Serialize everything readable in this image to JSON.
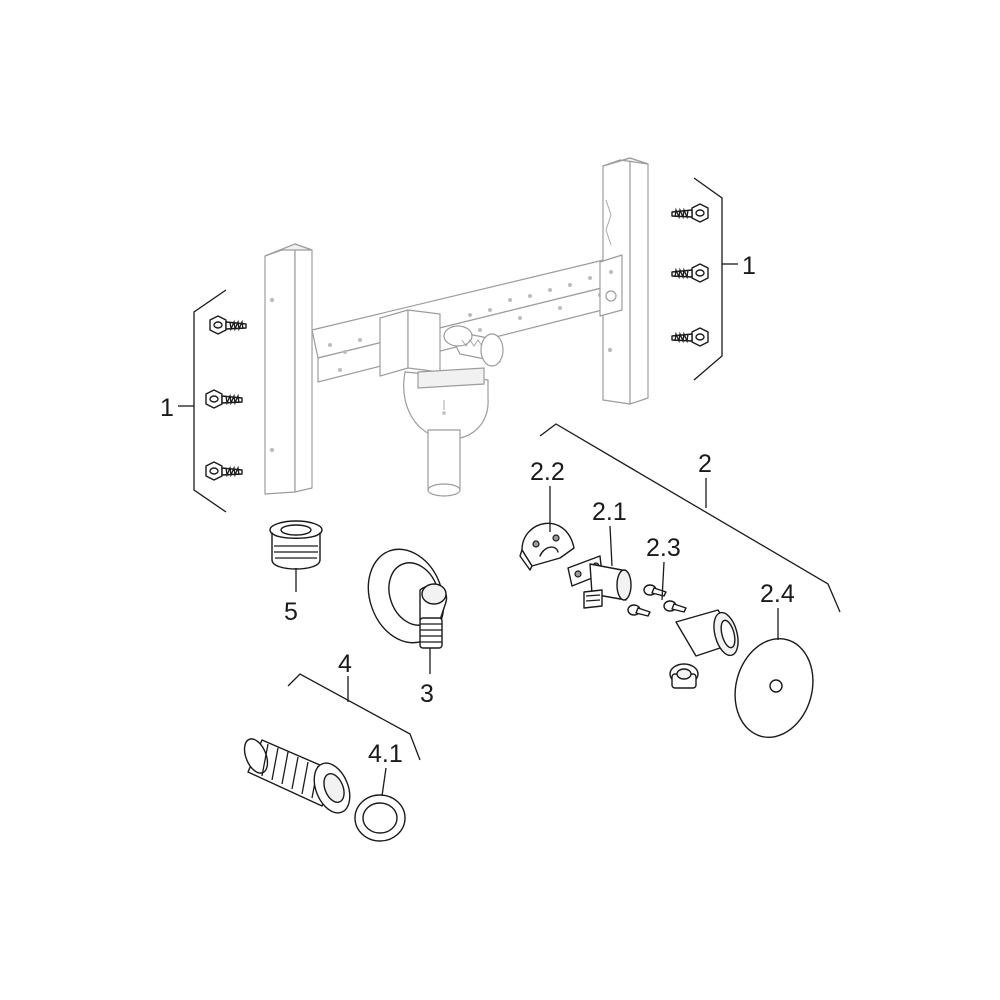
{
  "callouts": {
    "left_screws": "1",
    "right_screws": "1",
    "set_2": "2",
    "part_2_1": "2.1",
    "part_2_2": "2.2",
    "part_2_3": "2.3",
    "part_2_4": "2.4",
    "part_3": "3",
    "part_4": "4",
    "part_4_1": "4.1",
    "part_5": "5"
  },
  "colors": {
    "line": "#1a1a1a",
    "frame_line": "#9c9c9c",
    "background": "#ffffff"
  }
}
